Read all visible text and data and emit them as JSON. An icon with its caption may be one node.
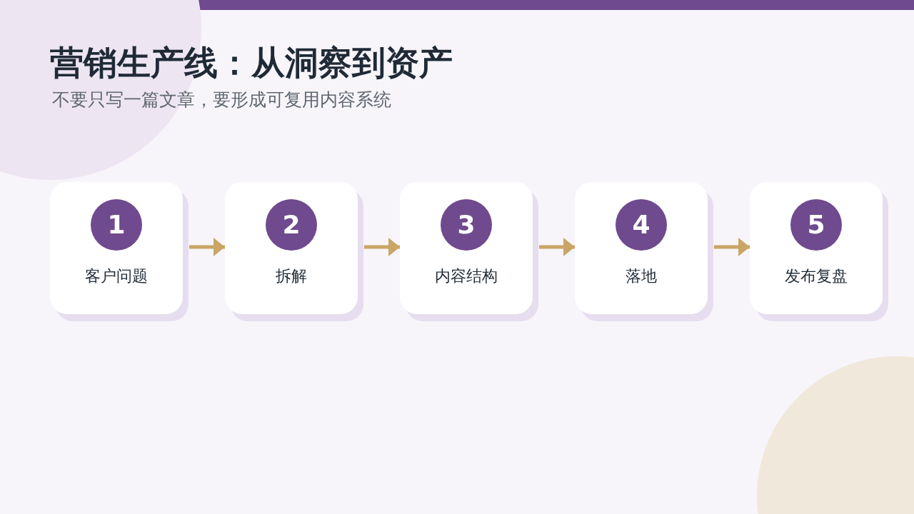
{
  "diagram": {
    "title": "营销生产线：从洞察到资产",
    "nodes": [
      {
        "text": [
          "客户问题"
        ]
      },
      {
        "text": [
          "1"
        ],
        "in": 0
      },
      {
        "text": [
          "拆解"
        ]
      },
      {
        "text": [
          "2"
        ],
        "in": 2
      },
      {
        "text": [
          "内容结构"
        ]
      },
      {
        "text": [
          "3"
        ],
        "in": 4
      },
      {
        "text": [
          "落地"
        ]
      },
      {
        "text": [
          "4"
        ],
        "in": 6
      },
      {
        "text": [
          "发布复盘"
        ]
      },
      {
        "text": [
          "5"
        ],
        "in": 8
      }
    ],
    "edges": [
      {
        "from": 0,
        "to": 2,
        "arrow": "to"
      },
      {
        "from": 2,
        "to": 4,
        "arrow": "to"
      },
      {
        "from": 4,
        "to": 6,
        "arrow": "to"
      },
      {
        "from": 6,
        "to": 8,
        "arrow": "to"
      }
    ],
    "labels": [
      "不要只写一篇文章，要形成可复用内容系统"
    ]
  }
}
